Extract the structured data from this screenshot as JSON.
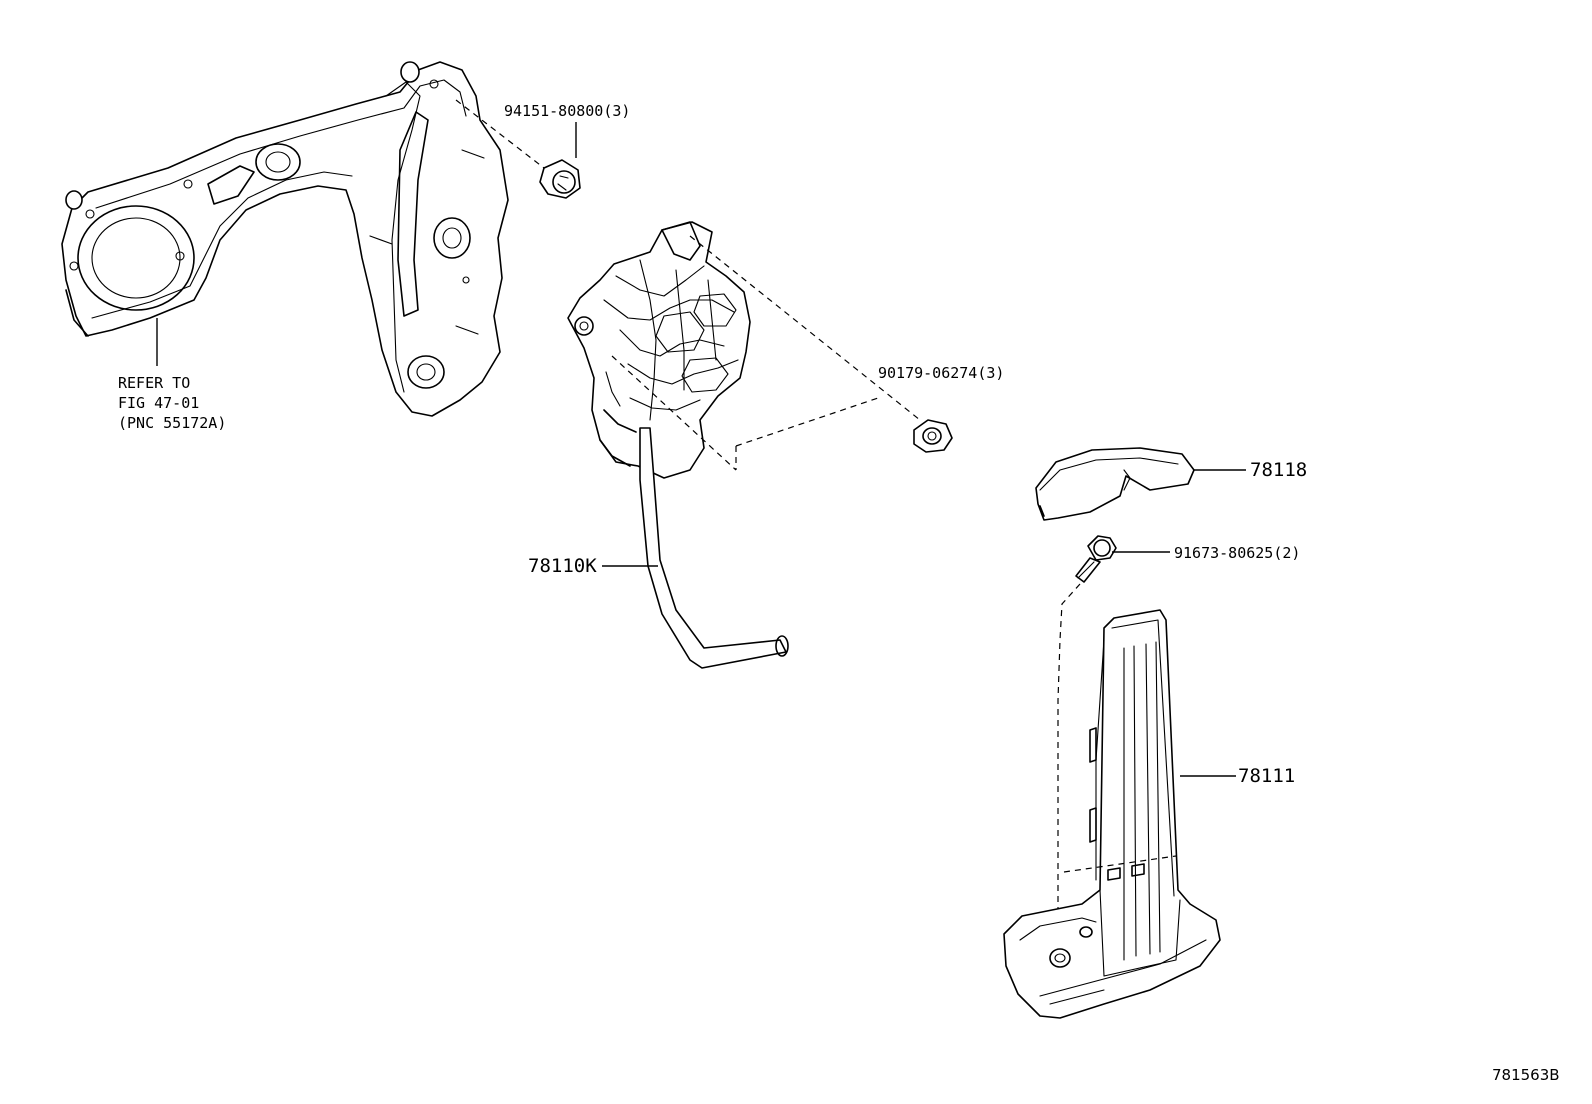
{
  "diagram": {
    "figure_id": "781563B",
    "callouts": [
      {
        "id": "c1",
        "text": "94151-80800(3)"
      },
      {
        "id": "c2",
        "text": "90179-06274(3)"
      },
      {
        "id": "c3",
        "text": "78118"
      },
      {
        "id": "c4",
        "text": "91673-80625(2)"
      },
      {
        "id": "c5",
        "text": "78110K"
      },
      {
        "id": "c6",
        "text": "78111"
      }
    ],
    "reference_note": {
      "line1": "REFER TO",
      "line2": "FIG 47-01",
      "line3": "(PNC 55172A)"
    }
  }
}
